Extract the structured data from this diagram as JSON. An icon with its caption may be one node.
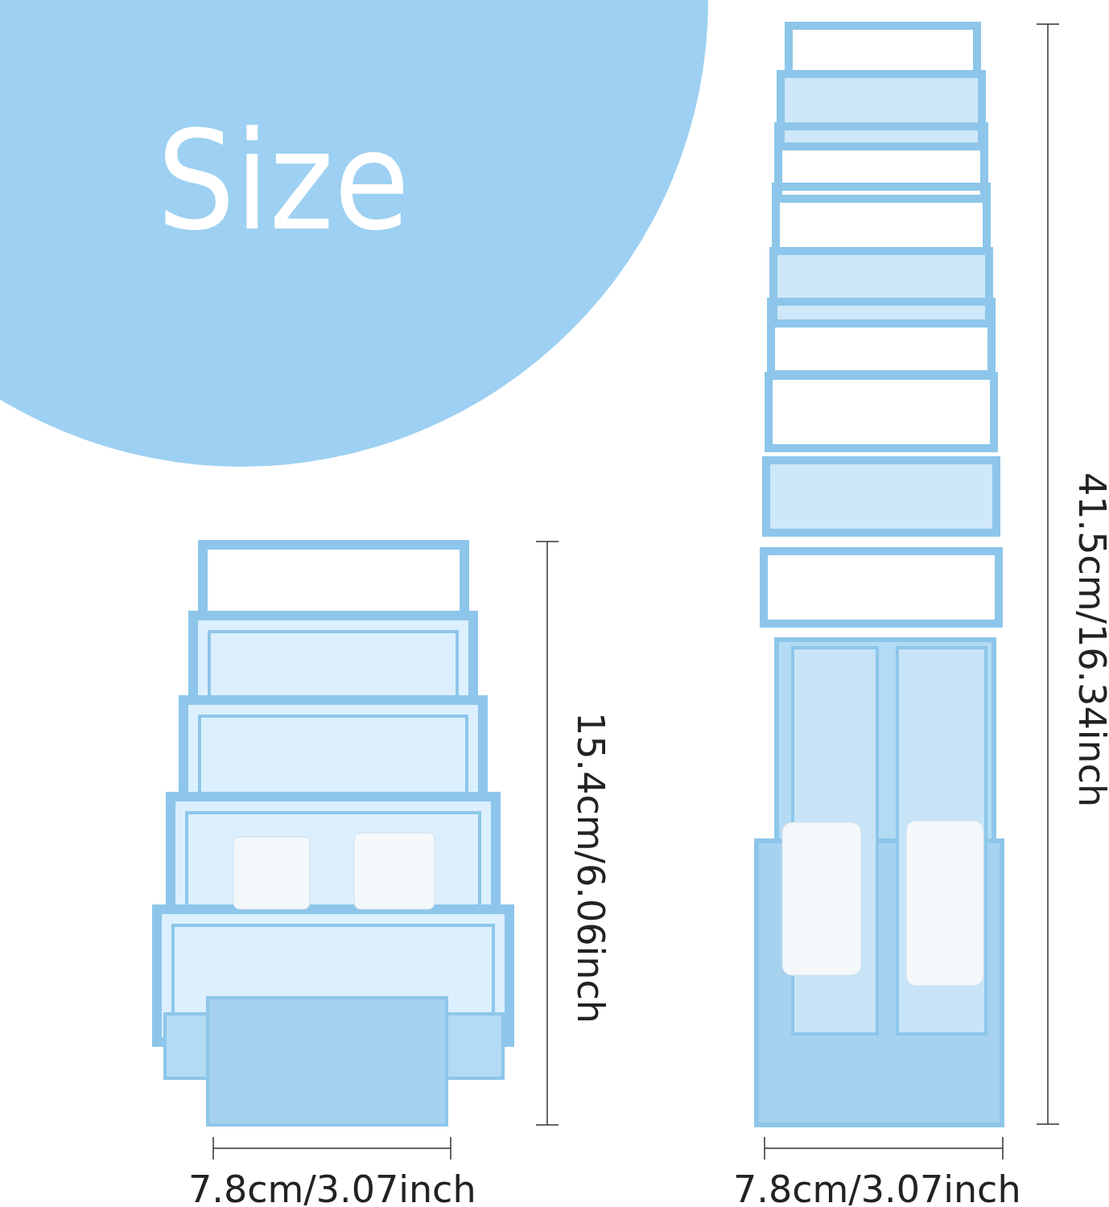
{
  "diagram": {
    "title": "Size",
    "labels": [
      "41.5cm/16.34inch",
      "15.4cm/6.06inch",
      "7.8cm/3.07inch",
      "7.8cm/3.07inch"
    ]
  }
}
